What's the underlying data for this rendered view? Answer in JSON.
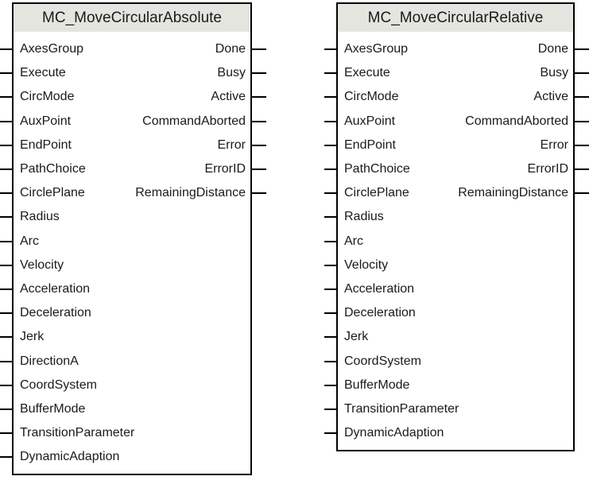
{
  "blocks": [
    {
      "title": "MC_MoveCircularAbsolute",
      "inputs": [
        "AxesGroup",
        "Execute",
        "CircMode",
        "AuxPoint",
        "EndPoint",
        "PathChoice",
        "CirclePlane",
        "Radius",
        "Arc",
        "Velocity",
        "Acceleration",
        "Deceleration",
        "Jerk",
        "DirectionA",
        "CoordSystem",
        "BufferMode",
        "TransitionParameter",
        "DynamicAdaption"
      ],
      "outputs": [
        "Done",
        "Busy",
        "Active",
        "CommandAborted",
        "Error",
        "ErrorID",
        "RemainingDistance"
      ]
    },
    {
      "title": "MC_MoveCircularRelative",
      "inputs": [
        "AxesGroup",
        "Execute",
        "CircMode",
        "AuxPoint",
        "EndPoint",
        "PathChoice",
        "CirclePlane",
        "Radius",
        "Arc",
        "Velocity",
        "Acceleration",
        "Deceleration",
        "Jerk",
        "CoordSystem",
        "BufferMode",
        "TransitionParameter",
        "DynamicAdaption"
      ],
      "outputs": [
        "Done",
        "Busy",
        "Active",
        "CommandAborted",
        "Error",
        "ErrorID",
        "RemainingDistance"
      ]
    }
  ],
  "colors": {
    "header_bg": "#e5e5e0",
    "border": "#000000",
    "text": "#1a1a1a",
    "background": "#ffffff"
  }
}
